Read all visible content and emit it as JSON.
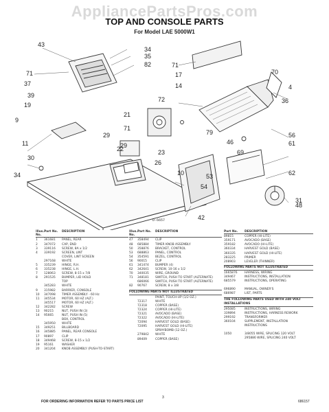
{
  "watermark": "AppliancePartsPros.com",
  "title": "TOP AND CONSOLE PARTS",
  "subtitle": "For Model LAE 5000W1",
  "diagram_code": "D-6657",
  "callouts": [
    "43",
    "34",
    "35",
    "82",
    "71",
    "37",
    "39",
    "19",
    "71",
    "17",
    "14",
    "36",
    "9",
    "70",
    "4",
    "21",
    "72",
    "11",
    "29",
    "71",
    "22",
    "79",
    "29",
    "23",
    "26",
    "46",
    "56",
    "61",
    "30",
    "10",
    "69",
    "53",
    "62",
    "34",
    "54",
    "42",
    "48",
    "31"
  ],
  "left_table": {
    "headers": [
      "Illus. No.",
      "Part No.",
      "DESCRIPTION"
    ],
    "rows": [
      [
        "1",
        "361681",
        "PANEL, REAR"
      ],
      [
        "2",
        "347072",
        "CAP, END"
      ],
      [
        "3",
        "339116",
        "SCREW, 8A x 1/2"
      ],
      [
        "4",
        "339192",
        "SCREEN, LINT"
      ],
      [
        "",
        "",
        "COVER, LINT SCREEN"
      ],
      [
        "",
        "297168",
        "WHITE"
      ],
      [
        "5",
        "335239",
        "HINGE, R.H."
      ],
      [
        "6",
        "335238",
        "HINGE, L.H."
      ],
      [
        "7",
        "128063",
        "SCREW, 8-15 x 7/8"
      ],
      [
        "8",
        "291535",
        "BUMPER, LID HOLD"
      ],
      [
        "",
        "",
        "TOP"
      ],
      [
        "",
        "345283",
        "WHITE"
      ],
      [
        "9",
        "315982",
        "BARRIER, CONSOLE"
      ],
      [
        "10",
        "347098",
        "TIMER ASSEMBLY - 60 Hz"
      ],
      [
        "11",
        "345534",
        "MOTOR, 60 HZ (ALT.)"
      ],
      [
        "",
        "345517",
        "MOTOR, 60 HZ (ALT.)"
      ],
      [
        "12",
        "342282",
        "SCREW"
      ],
      [
        "13",
        "90215",
        "NUT, PUSH IN (3)"
      ],
      [
        "14",
        "95665",
        "NUT, PUSH IN (5)"
      ],
      [
        "",
        "",
        "BOX, CONTROL"
      ],
      [
        "",
        "345950",
        "WHITE"
      ],
      [
        "15",
        "349251",
        "BILLBOARD"
      ],
      [
        "16",
        "345885",
        "PANEL, REAR CONSOLE"
      ],
      [
        "17",
        "90897",
        "CLIP"
      ],
      [
        "18",
        "349468",
        "SCREW, 8-15 x 1/2"
      ],
      [
        "19",
        "95161",
        "WASHER"
      ],
      [
        "20",
        "341204",
        "KNOB ASSEMBLY (PUSH-TO-START)"
      ]
    ]
  },
  "middle_table": {
    "headers": [
      "Illus. No.",
      "Part No.",
      "DESCRIPTION"
    ],
    "rows": [
      [
        "47",
        "358494",
        "CLIP"
      ],
      [
        "48",
        "685884",
        "TIMER KNOB ASSEMBLY"
      ],
      [
        "50",
        "358876",
        "BRACKET, CONTROL"
      ],
      [
        "53",
        "688863",
        "PANEL, CONTROL"
      ],
      [
        "54",
        "354591",
        "BEZEL, CONTROL"
      ],
      [
        "56",
        "90015",
        "CLIP"
      ],
      [
        "61",
        "341474",
        "BUMPER (4)"
      ],
      [
        "62",
        "342641",
        "SCREW, 10-16 x 1/2"
      ],
      [
        "70",
        "340035",
        "WIRE, GROUND"
      ],
      [
        "71",
        "348181",
        "SWITCH, PUSH TO START (ALTERNATE)"
      ],
      [
        "",
        "686066",
        "SWITCH, PUSH TO START (ALTERNATE)"
      ],
      [
        "82",
        "90767",
        "SCREW, 8 x 3/8"
      ]
    ],
    "section_title": "FOLLOWING PARTS NOT ILLUSTRATED",
    "section_rows": [
      [
        "",
        "",
        "PAINT, TOUCH-UP (1/2 OZ.)"
      ],
      [
        "",
        "72317",
        "WHITE"
      ],
      [
        "",
        "72318",
        "COPPER (BASE)"
      ],
      [
        "",
        "72324",
        "COPPER (HI-LITE)"
      ],
      [
        "",
        "72321",
        "AVOCADO (BASE)"
      ],
      [
        "",
        "72322",
        "AVOCADO (HI-LITE)"
      ],
      [
        "",
        "72094",
        "HARVEST GOLD (BASE)"
      ],
      [
        "",
        "72095",
        "HARVEST GOLD (HI-LITE)"
      ],
      [
        "",
        "",
        "SPRAYBOMB (12 OZ.)"
      ],
      [
        "",
        "279842",
        "WHITE"
      ],
      [
        "",
        "89409",
        "COPPER (BASE)"
      ]
    ]
  },
  "right_table": {
    "headers": [
      "Part No.",
      "DESCRIPTION"
    ],
    "rows": [
      [
        "89815",
        "COPPER (HI-LITE)"
      ],
      [
        "359171",
        "AVOCADO (BASE)"
      ],
      [
        "359182",
        "AVOCADO (HI-LITE)"
      ],
      [
        "360334",
        "HARVEST GOLD (BASE)"
      ],
      [
        "360335",
        "HARVEST GOLD (HI-LITE)"
      ],
      [
        "283225",
        "PRIMER"
      ],
      [
        "208903",
        "LEVELER (THINNER)"
      ]
    ],
    "section_title": "FOLLOWING PARTS NOT ILLUSTRATED",
    "section_rows": [
      [
        "1665876",
        "HARNESS, WIRING"
      ],
      [
        "349467",
        "INSTRUCTIONS, INSTALLATION"
      ],
      [
        "685579",
        "INSTRUCTIONS, OPERATING"
      ],
      [
        "",
        ""
      ],
      [
        "696890",
        "MANUAL, OWNER'S"
      ],
      [
        "686987",
        "LIST, PARTS"
      ]
    ],
    "section2_title": "THE FOLLOWING PARTS USED WITH 240 VOLT INSTALLATIONS",
    "section2_rows": [
      [
        "295085",
        "INSTRUCTIONS, WIRING"
      ],
      [
        "339894",
        "INSTRUCTIONS, HARNESS REWORK"
      ],
      [
        "299192",
        "TRANSFORMER"
      ],
      [
        "360104",
        "SUPPLEMENT, INSTALLATION INSTRUCTIONS"
      ],
      [
        "",
        ""
      ],
      [
        "1050",
        "3/8055 WIRE, SPLICING 120 VOLT"
      ],
      [
        "",
        "295886 WIRE, SPLICING 240 VOLT"
      ]
    ]
  },
  "footer": {
    "text": "FOR ORDERING INFORMATION REFER TO PARTS PRICE LIST",
    "page": "3",
    "catalog": "686157"
  }
}
